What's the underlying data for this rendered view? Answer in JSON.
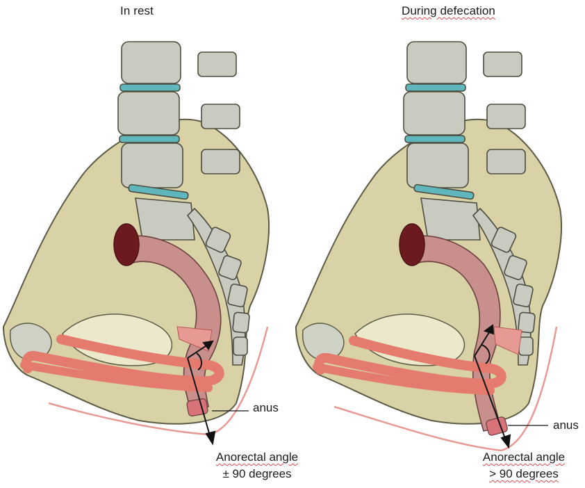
{
  "panels": [
    {
      "title": "In rest",
      "anus_label": "anus",
      "caption_line1": "Anorectal angle",
      "caption_line2": "± 90 degrees"
    },
    {
      "title": "During defecation",
      "anus_label": "anus",
      "caption_line1": "Anorectal angle",
      "caption_line2": "> 90 degrees"
    }
  ],
  "colors": {
    "bone": "#d8d2a6",
    "bone_outline": "#5b5a45",
    "vertebra": "#c9cbc1",
    "disc": "#5fb7bd",
    "rectum": "#c98f8c",
    "rectum_dark": "#6b1b1f",
    "muscle": "#e47b6d",
    "skin": "#e79a93"
  },
  "icons": [
    "pelvis-illustration",
    "rectum-illustration",
    "angle-arrow"
  ]
}
